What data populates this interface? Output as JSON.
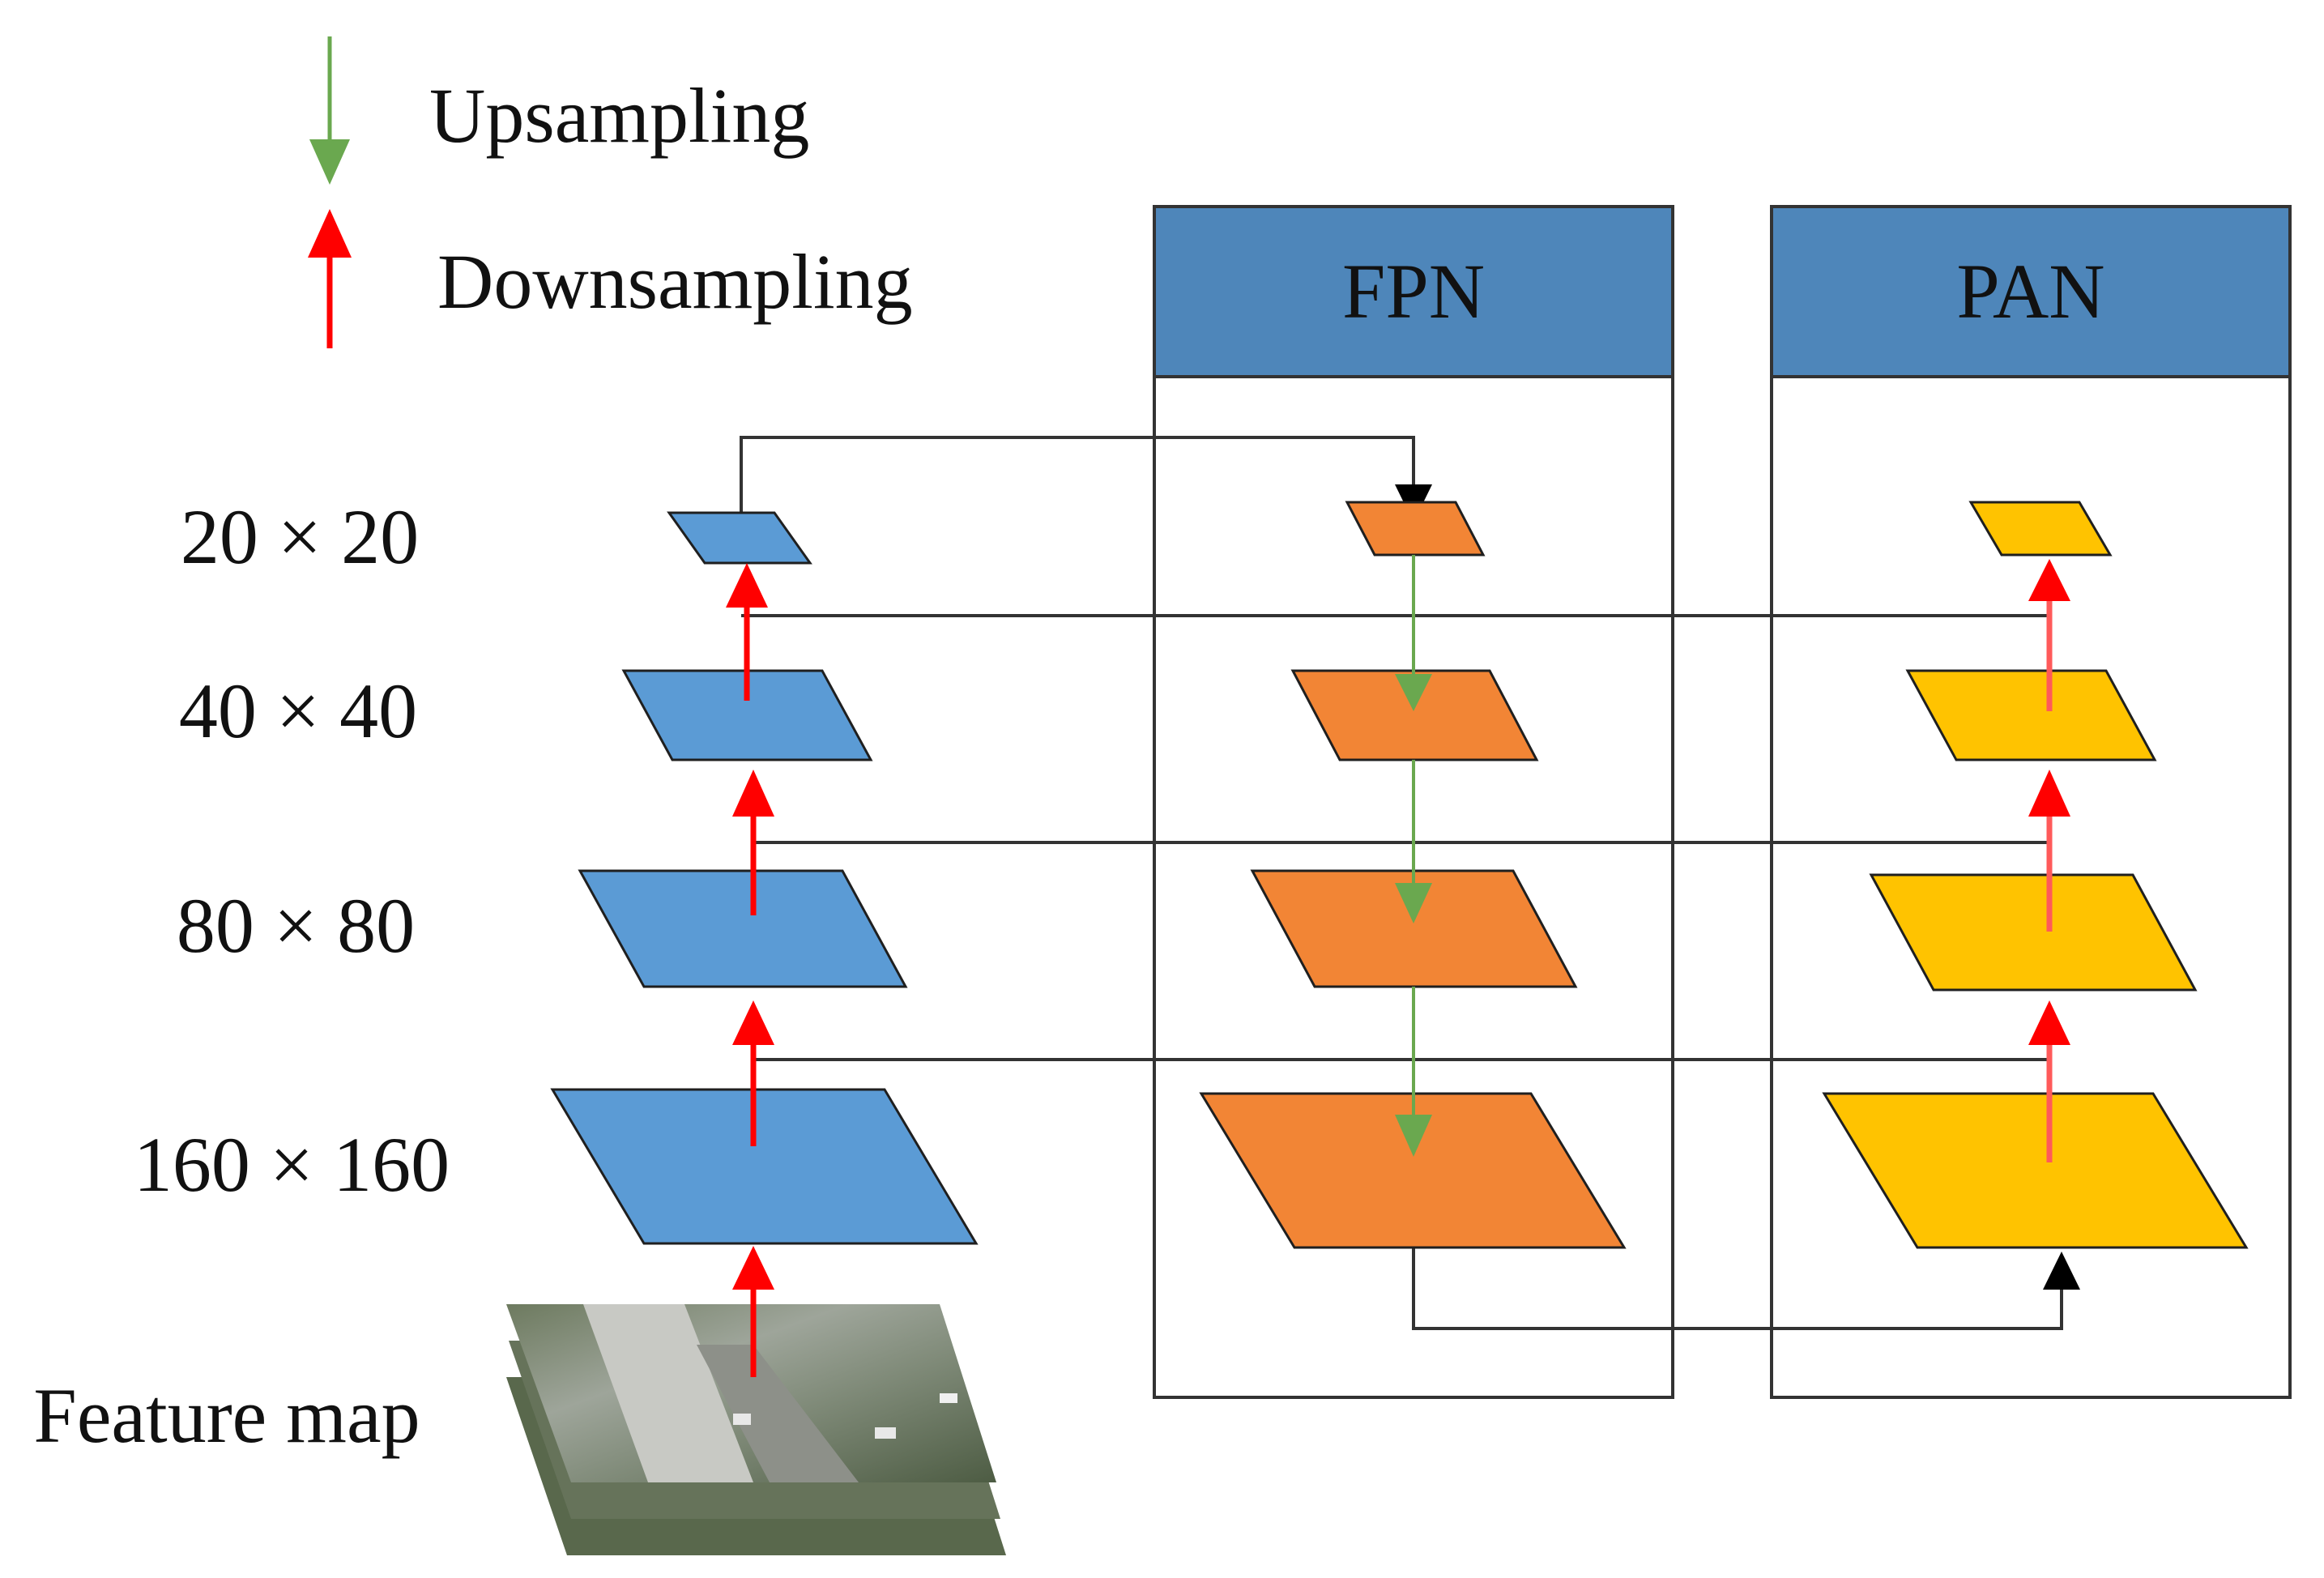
{
  "legend": {
    "upsampling_label": "Upsampling",
    "downsampling_label": "Downsampling",
    "upsampling_color": "#6aa84f",
    "downsampling_color": "#ff0000"
  },
  "panels": {
    "fpn_title": "FPN",
    "pan_title": "PAN",
    "header_color": "#4e86ba"
  },
  "scales": {
    "s20": "20 × 20",
    "s40": "40 × 40",
    "s80": "80 × 80",
    "s160": "160 × 160"
  },
  "input": {
    "label": "Feature map"
  },
  "colors": {
    "backbone": "#5b9bd5",
    "fpn": "#f28535",
    "pan": "#ffc300",
    "connector": "#333333"
  }
}
